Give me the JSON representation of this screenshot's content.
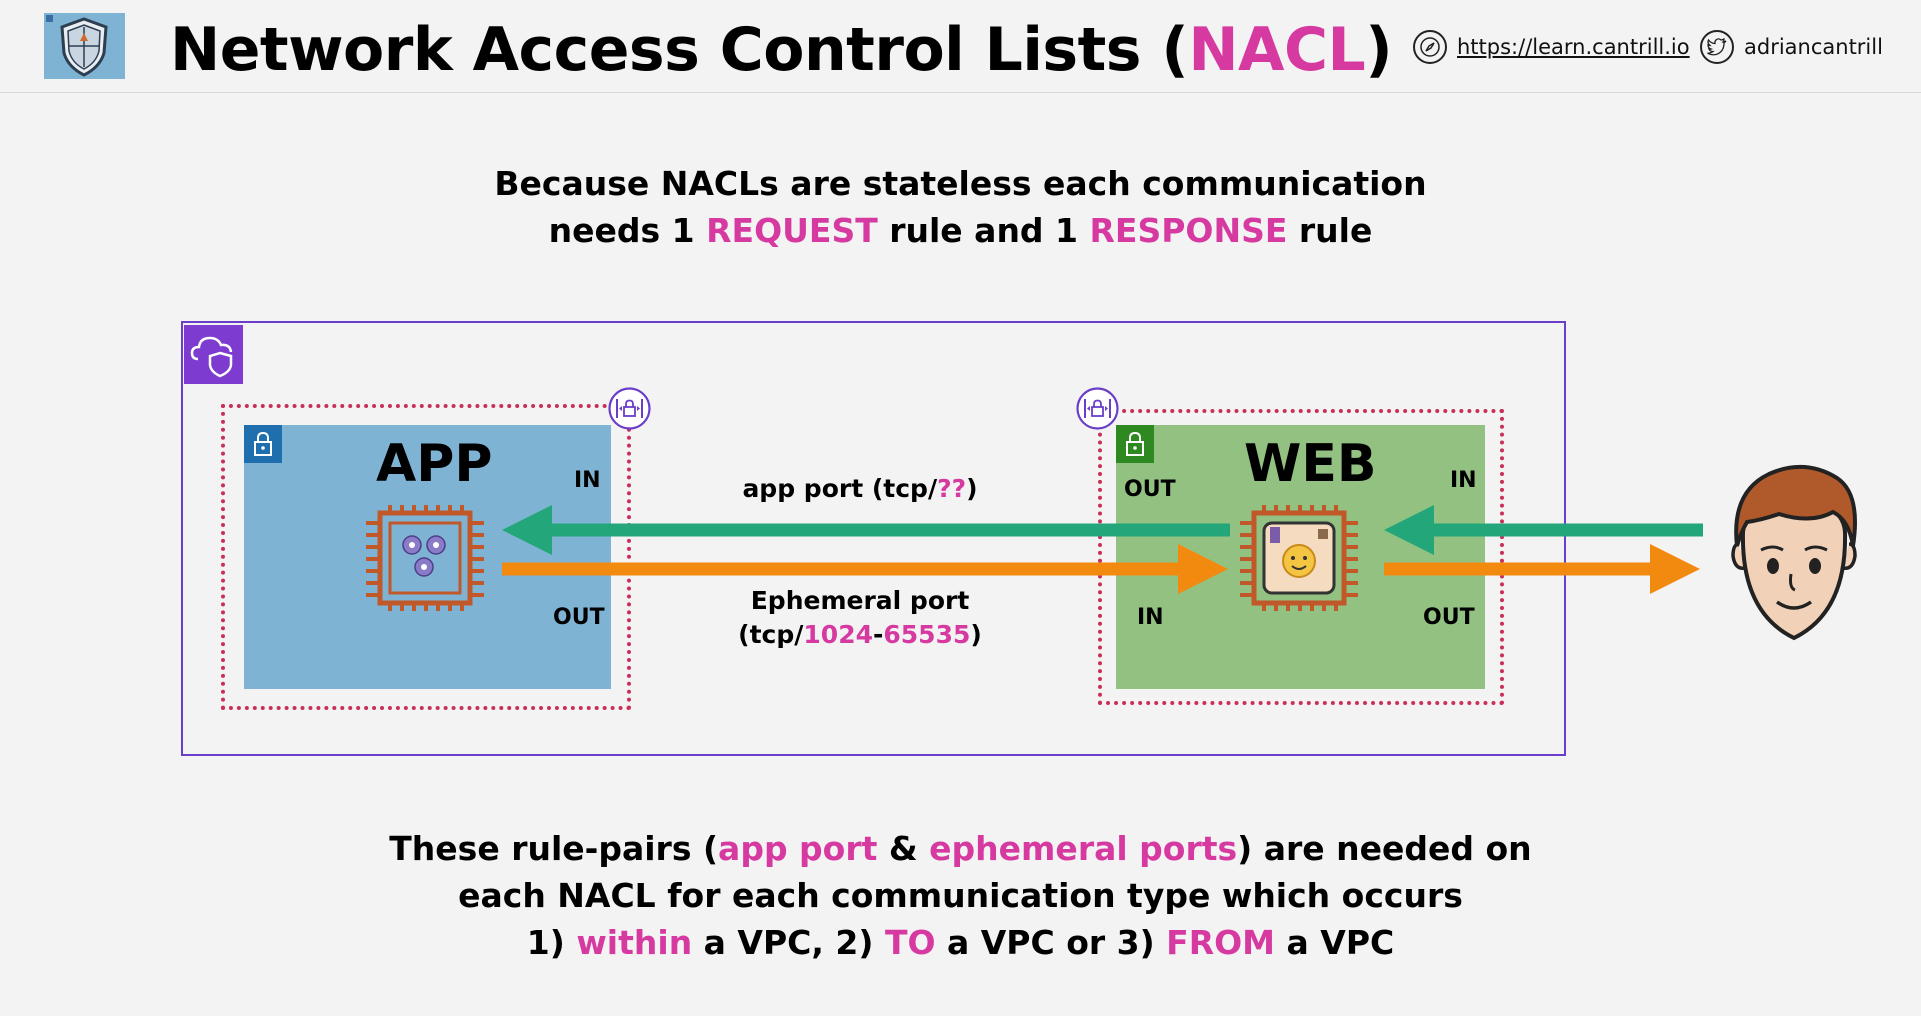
{
  "header": {
    "title_prefix": "Network Access Control Lists (",
    "title_highlight": "NACL",
    "title_suffix": ")",
    "link_text": "https://learn.cantrill.io",
    "twitter_handle": "adriancantrill"
  },
  "top_text": {
    "line1": "Because NACLs are stateless each communication",
    "line2_a": "needs 1 ",
    "line2_request": "REQUEST",
    "line2_b": " rule and 1 ",
    "line2_response": "RESPONSE",
    "line2_c": " rule"
  },
  "diagram": {
    "app": {
      "title": "APP",
      "in_label": "IN",
      "out_label": "OUT"
    },
    "web": {
      "title": "WEB",
      "left_out_label": "OUT",
      "left_in_label": "IN",
      "right_in_label": "IN",
      "right_out_label": "OUT"
    },
    "app_port_label_a": "app port (tcp/",
    "app_port_label_q": "??",
    "app_port_label_b": ")",
    "ephemeral_line1": "Ephemeral port",
    "ephemeral_line2_a": "(tcp/",
    "ephemeral_low": "1024",
    "ephemeral_dash": "-",
    "ephemeral_high": "65535",
    "ephemeral_line2_b": ")",
    "colors": {
      "request_arrow": "#23a67a",
      "response_arrow": "#f28a10",
      "highlight": "#d63aa1",
      "vpc_border": "#6a3ec8",
      "nacl_border": "#c93058"
    }
  },
  "bottom_text": {
    "l1_a": "These rule-pairs (",
    "l1_app_port": "app port",
    "l1_amp": " & ",
    "l1_eph": "ephemeral ports",
    "l1_b": ") are needed on",
    "l2": "each NACL for each communication type which occurs",
    "l3_a": "1) ",
    "l3_within": "within",
    "l3_b": " a VPC, 2) ",
    "l3_to": "TO",
    "l3_c": " a VPC or 3) ",
    "l3_from": "FROM",
    "l3_d": " a VPC"
  },
  "icons": {
    "logo": "shield-logo-icon",
    "link": "compass-icon",
    "twitter": "twitter-bird-icon",
    "vpc": "vpc-cloud-shield-icon",
    "subnet_lock": "padlock-icon",
    "nacl": "nacl-lock-icon",
    "instance": "ec2-chip-icon",
    "user": "user-face-icon"
  }
}
